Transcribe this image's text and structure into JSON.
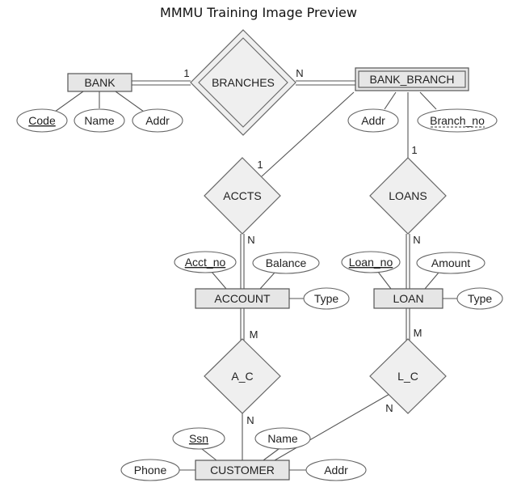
{
  "title": "MMMU Training Image Preview",
  "entities": {
    "bank": "BANK",
    "bank_branch": "BANK_BRANCH",
    "account": "ACCOUNT",
    "loan": "LOAN",
    "customer": "CUSTOMER"
  },
  "relationships": {
    "branches": "BRANCHES",
    "accts": "ACCTS",
    "loans": "LOANS",
    "a_c": "A_C",
    "l_c": "L_C"
  },
  "attributes": {
    "bank_code": "Code",
    "bank_name": "Name",
    "bank_addr": "Addr",
    "branch_addr": "Addr",
    "branch_no": "Branch_no",
    "acct_no": "Acct_no",
    "balance": "Balance",
    "acct_type": "Type",
    "loan_no": "Loan_no",
    "amount": "Amount",
    "loan_type": "Type",
    "ssn": "Ssn",
    "cust_name": "Name",
    "phone": "Phone",
    "cust_addr": "Addr"
  },
  "cardinalities": {
    "bank_branches": "1",
    "branches_bank_branch": "N",
    "bank_branch_accts": "1",
    "accts_account": "N",
    "bank_branch_loans": "1",
    "loans_loan": "N",
    "account_a_c": "M",
    "a_c_customer": "N",
    "loan_l_c": "M",
    "l_c_customer": "N"
  }
}
